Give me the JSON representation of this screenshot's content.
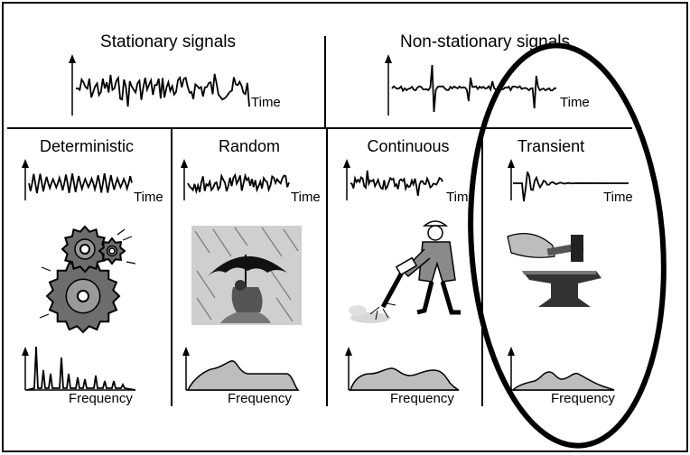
{
  "top": {
    "stationary": {
      "title": "Stationary signals",
      "axis": "Time"
    },
    "nonstationary": {
      "title": "Non-stationary signals",
      "axis": "Time"
    }
  },
  "columns": [
    {
      "title": "Deterministic",
      "time_axis": "Time",
      "freq_axis": "Frequency",
      "illustration": "gears-icon"
    },
    {
      "title": "Random",
      "time_axis": "Time",
      "freq_axis": "Frequency",
      "illustration": "umbrella-rain-icon"
    },
    {
      "title": "Continuous",
      "time_axis": "Tim",
      "freq_axis": "Frequency",
      "illustration": "jackhammer-worker-icon"
    },
    {
      "title": "Transient",
      "time_axis": "Time",
      "freq_axis": "Frequency",
      "illustration": "hammer-anvil-icon"
    }
  ],
  "colors": {
    "line": "#000000",
    "fill": "#bdbdbd",
    "ellipse": "#000000"
  }
}
